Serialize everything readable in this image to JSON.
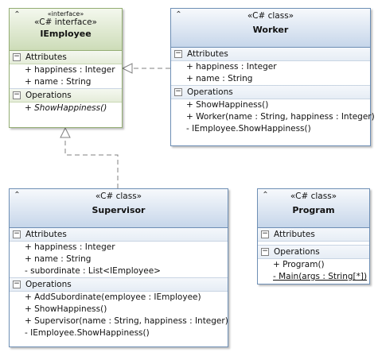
{
  "colors": {
    "class_border": "#6e8fb5",
    "interface_border": "#93ad73",
    "connector": "#808080"
  },
  "section_labels": {
    "attributes": "Attributes",
    "operations": "Operations"
  },
  "collapse_glyph": "⌃",
  "section_glyph": "−",
  "interface_box": {
    "stereotype_small": "«interface»",
    "stereotype": "«C# interface»",
    "name": "IEmployee",
    "attributes": [
      "+ happiness : Integer",
      "+ name : String"
    ],
    "operations": [
      "+ ShowHappiness()"
    ]
  },
  "worker_box": {
    "stereotype": "«C# class»",
    "name": "Worker",
    "attributes": [
      "+ happiness : Integer",
      "+ name : String"
    ],
    "operations": [
      "+ ShowHappiness()",
      "+ Worker(name : String, happiness : Integer)",
      "- IEmployee.ShowHappiness()"
    ]
  },
  "supervisor_box": {
    "stereotype": "«C# class»",
    "name": "Supervisor",
    "attributes": [
      "+ happiness : Integer",
      "+ name : String",
      "- subordinate : List<IEmployee>"
    ],
    "operations": [
      "+ AddSubordinate(employee : IEmployee)",
      "+ ShowHappiness()",
      "+ Supervisor(name : String, happiness : Integer)",
      "- IEmployee.ShowHappiness()"
    ]
  },
  "program_box": {
    "stereotype": "«C# class»",
    "name": "Program",
    "attributes": [],
    "operations": [
      "+ Program()",
      "- Main(args : String[*])"
    ]
  }
}
